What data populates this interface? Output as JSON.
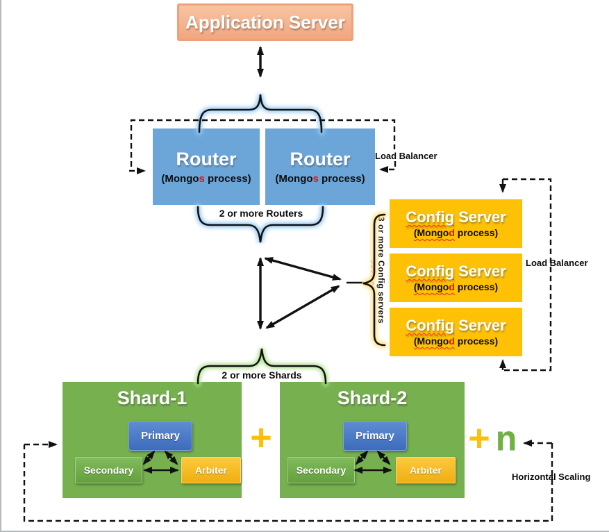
{
  "colors": {
    "app_server": "#F5B183",
    "router": "#6CA6D9",
    "config_server": "#FEC106",
    "shard": "#77B04F",
    "primary": "#4A7CC7",
    "secondary": "#6FAC49",
    "arbiter": "#F4B716",
    "plus": "#FDBF08",
    "n": "#6CB33F",
    "glow_router_brace": "#9FCDF3",
    "glow_shard_brace": "#B5E39A",
    "glow_config_brace": "#FFDF7E",
    "highlight_letter": "#E31515"
  },
  "app_server": {
    "label": "Application Server"
  },
  "router": {
    "title": "Router",
    "process_prefix": "(Mongo",
    "process_highlight": "s",
    "process_suffix": " process)"
  },
  "config_server": {
    "title_word": "Config",
    "title_rest": " Server",
    "process_prefix": "(Mongo",
    "process_highlight": "d",
    "process_suffix": " process)"
  },
  "shards": [
    {
      "title": "Shard-1"
    },
    {
      "title": "Shard-2"
    }
  ],
  "replica": {
    "primary": "Primary",
    "secondary": "Secondary",
    "arbiter": "Arbiter"
  },
  "labels": {
    "load_balancer": "Load Balancer",
    "routers_count": "2 or more Routers",
    "config_count_prefix": "3 or more ",
    "config_count_word": "Config",
    "config_count_suffix": " servers",
    "shards_count": "2 or more Shards",
    "horizontal_scaling": "Horizontal Scaling",
    "plus": "+",
    "n": "n"
  }
}
